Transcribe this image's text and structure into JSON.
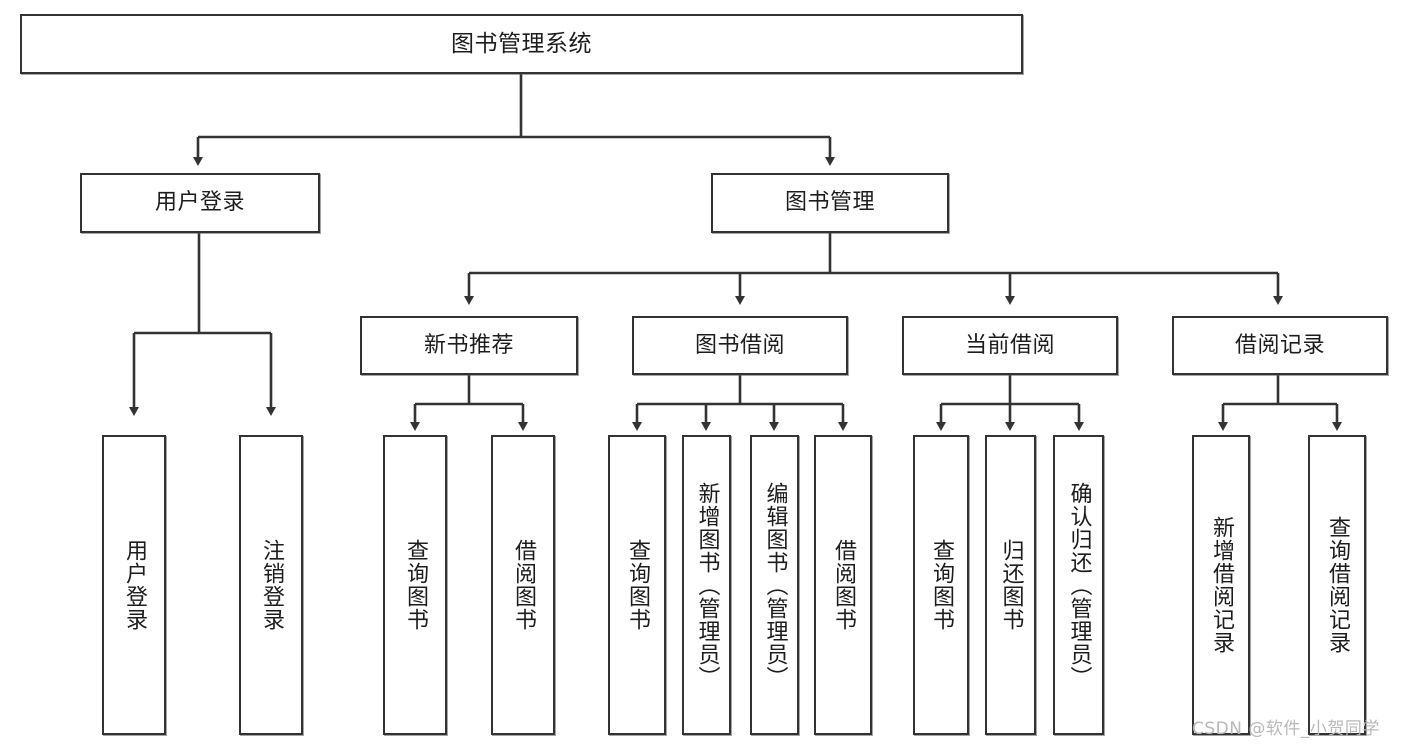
{
  "diagram": {
    "type": "tree",
    "title": "图书管理系统",
    "orientation": "top-down",
    "colors": {
      "node_border": "#333333",
      "node_fill": "#ffffff",
      "edge": "#333333",
      "text": "#1d1d1d",
      "watermark": "#b9b9b9",
      "background": "#ffffff"
    },
    "root": {
      "label": "图书管理系统"
    },
    "level2": [
      {
        "label": "用户登录"
      },
      {
        "label": "图书管理"
      }
    ],
    "level3": [
      {
        "label": "新书推荐"
      },
      {
        "label": "图书借阅"
      },
      {
        "label": "当前借阅"
      },
      {
        "label": "借阅记录"
      }
    ],
    "leaves": {
      "user_login": [
        {
          "label": "用户登录"
        },
        {
          "label": "注销登录"
        }
      ],
      "new_book_recommend": [
        {
          "label": "查询图书"
        },
        {
          "label": "借阅图书"
        }
      ],
      "book_borrow": [
        {
          "label": "查询图书"
        },
        {
          "label": "新增图书（管理员）"
        },
        {
          "label": "编辑图书（管理员）"
        },
        {
          "label": "借阅图书"
        }
      ],
      "current_borrow": [
        {
          "label": "查询图书"
        },
        {
          "label": "归还图书"
        },
        {
          "label": "确认归还（管理员）"
        }
      ],
      "borrow_record": [
        {
          "label": "新增借阅记录"
        },
        {
          "label": "查询借阅记录"
        }
      ]
    },
    "edges": [
      {
        "from": "图书管理系统",
        "to": "用户登录"
      },
      {
        "from": "图书管理系统",
        "to": "图书管理"
      },
      {
        "from": "用户登录",
        "to": "用户登录"
      },
      {
        "from": "用户登录",
        "to": "注销登录"
      },
      {
        "from": "图书管理",
        "to": "新书推荐"
      },
      {
        "from": "图书管理",
        "to": "图书借阅"
      },
      {
        "from": "图书管理",
        "to": "当前借阅"
      },
      {
        "from": "图书管理",
        "to": "借阅记录"
      },
      {
        "from": "新书推荐",
        "to": "查询图书"
      },
      {
        "from": "新书推荐",
        "to": "借阅图书"
      },
      {
        "from": "图书借阅",
        "to": "查询图书"
      },
      {
        "from": "图书借阅",
        "to": "新增图书（管理员）"
      },
      {
        "from": "图书借阅",
        "to": "编辑图书（管理员）"
      },
      {
        "from": "图书借阅",
        "to": "借阅图书"
      },
      {
        "from": "当前借阅",
        "to": "查询图书"
      },
      {
        "from": "当前借阅",
        "to": "归还图书"
      },
      {
        "from": "当前借阅",
        "to": "确认归还（管理员）"
      },
      {
        "from": "借阅记录",
        "to": "新增借阅记录"
      },
      {
        "from": "借阅记录",
        "to": "查询借阅记录"
      }
    ]
  },
  "watermark": {
    "text": "CSDN @软件_小贺同学"
  }
}
